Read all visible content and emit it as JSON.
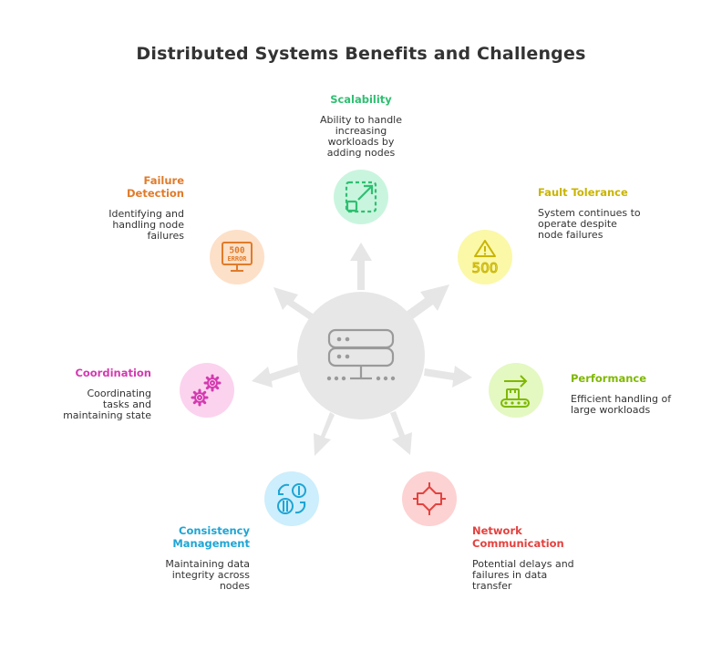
{
  "title": "Distributed Systems Benefits and Challenges",
  "colors": {
    "hub": "#e7e7e7",
    "arrow": "#e6e6e6",
    "icon_gray": "#9a9a9a"
  },
  "items": [
    {
      "key": "scalability",
      "heading": "Scalability",
      "desc": "Ability to handle increasing workloads by adding nodes",
      "color": "#2fbf71",
      "bg": "#c9f5de",
      "icon": "expand-arrow-icon"
    },
    {
      "key": "fault_tolerance",
      "heading": "Fault Tolerance",
      "desc": "System continues to operate despite node failures",
      "color": "#c9b400",
      "bg": "#fbf8a8",
      "icon": "warning-500-icon"
    },
    {
      "key": "performance",
      "heading": "Performance",
      "desc": "Efficient handling of large workloads",
      "color": "#7fb800",
      "bg": "#e4f8c2",
      "icon": "conveyor-icon"
    },
    {
      "key": "network_communication",
      "heading": "Network Communication",
      "desc": "Potential delays and failures in data transfer",
      "color": "#e3423f",
      "bg": "#fdd2d2",
      "icon": "network-chip-icon"
    },
    {
      "key": "consistency_management",
      "heading": "Consistency Management",
      "desc": "Maintaining data integrity across nodes",
      "color": "#1fa5d4",
      "bg": "#cdeefc",
      "icon": "currency-exchange-icon"
    },
    {
      "key": "coordination",
      "heading": "Coordination",
      "desc": "Coordinating tasks and maintaining state",
      "color": "#d43ab0",
      "bg": "#fbd3ee",
      "icon": "gears-icon"
    },
    {
      "key": "failure_detection",
      "heading": "Failure Detection",
      "desc": "Identifying and handling node failures",
      "color": "#e07b2a",
      "bg": "#fde0c8",
      "icon": "error-monitor-icon"
    }
  ],
  "icon_text": {
    "fault_code": "500",
    "monitor_code": "500",
    "monitor_word": "ERROR"
  }
}
